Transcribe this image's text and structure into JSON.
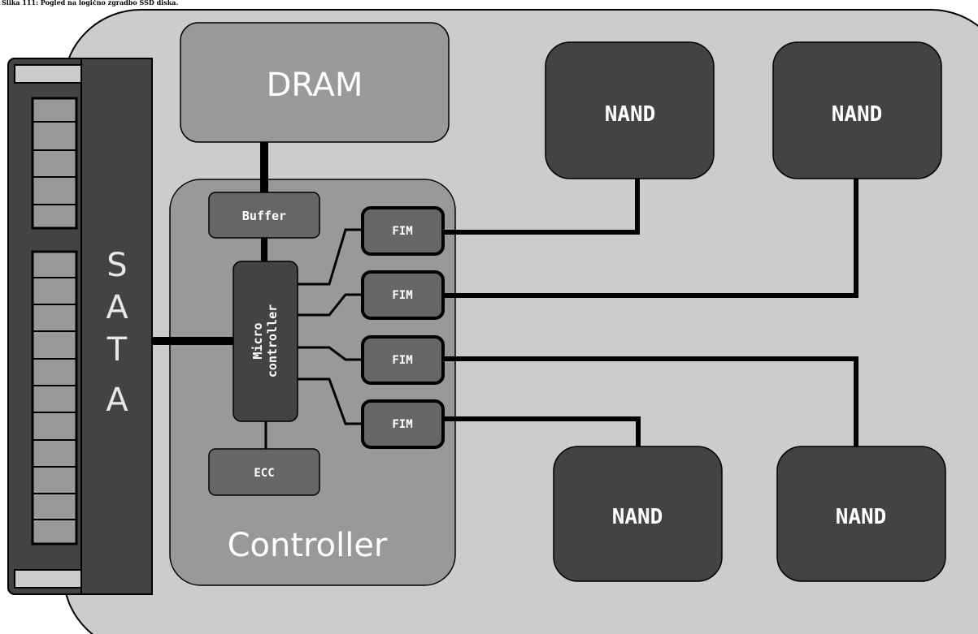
{
  "caption": "Slika 111: Pogled na logično zgradbo SSD diska.",
  "sata": {
    "letters": [
      "S",
      "A",
      "T",
      "A"
    ]
  },
  "dram": {
    "label": "DRAM"
  },
  "controller": {
    "label": "Controller",
    "buffer": "Buffer",
    "microcontroller_line1": "Micro",
    "microcontroller_line2": "controller",
    "ecc": "ECC",
    "fims": [
      "FIM",
      "FIM",
      "FIM",
      "FIM"
    ]
  },
  "nand": [
    "NAND",
    "NAND",
    "NAND",
    "NAND"
  ],
  "colors": {
    "board": "#cccccc",
    "controller_bg": "#999999",
    "dram_bg": "#999999",
    "dark_block": "#434343",
    "sata_body": "#434343",
    "connector_pins": "#999999",
    "white_text": "#ffffff",
    "nand_text": "#ffffff"
  }
}
